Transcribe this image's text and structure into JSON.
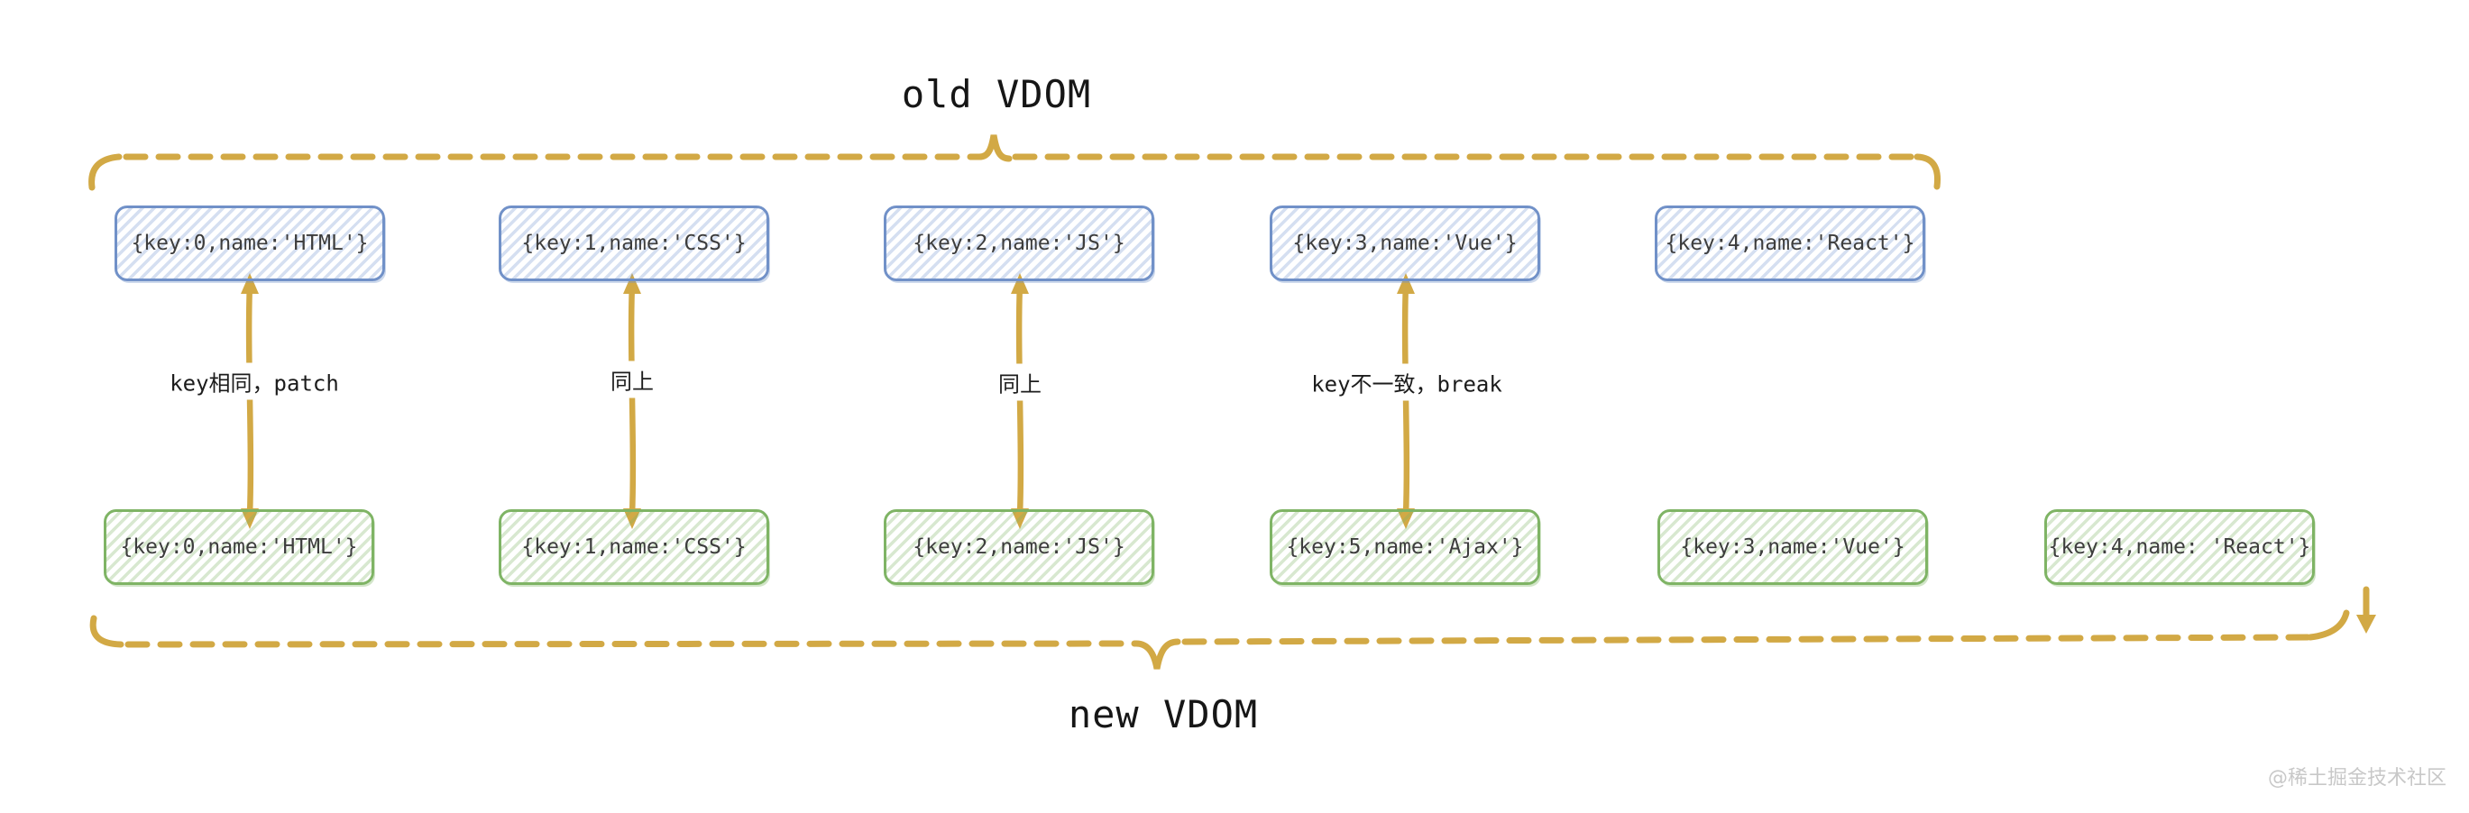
{
  "titles": {
    "old": "old VDOM",
    "new": "new VDOM"
  },
  "old_vdom": {
    "nodes": [
      "{key:0,name:'HTML'}",
      "{key:1,name:'CSS'}",
      "{key:2,name:'JS'}",
      "{key:3,name:'Vue'}",
      "{key:4,name:'React'}"
    ]
  },
  "new_vdom": {
    "nodes": [
      "{key:0,name:'HTML'}",
      "{key:1,name:'CSS'}",
      "{key:2,name:'JS'}",
      "{key:5,name:'Ajax'}",
      "{key:3,name:'Vue'}",
      "{key:4,name: 'React'}"
    ]
  },
  "connectors": [
    {
      "label": "key相同，patch"
    },
    {
      "label": "同上"
    },
    {
      "label": "同上"
    },
    {
      "label": "key不一致，break"
    }
  ],
  "watermark": "@稀土掘金技术社区",
  "colors": {
    "brace_and_arrows": "#d2a945",
    "old_node_border": "#7191c8",
    "old_node_hatch": "#cfdff4",
    "new_node_border": "#7fb465",
    "new_node_hatch": "#d3e9c9",
    "node_text": "#3d3d3d",
    "title_text": "#161616",
    "watermark_text": "#c8c8c8"
  }
}
